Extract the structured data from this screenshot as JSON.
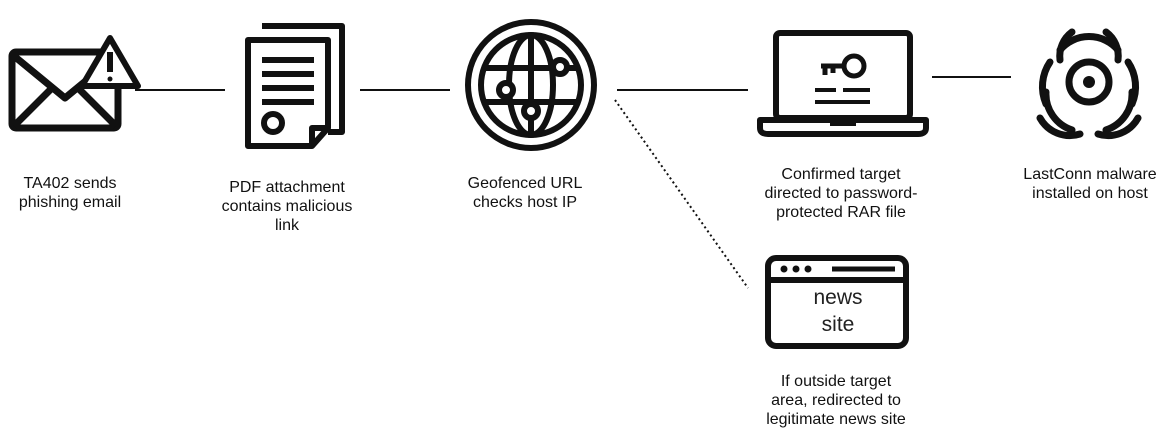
{
  "steps": {
    "email": {
      "label": "TA402 sends\nphishing email",
      "icon": "email-warning-icon"
    },
    "pdf": {
      "label": "PDF attachment\ncontains malicious\nlink",
      "icon": "document-icon"
    },
    "url": {
      "label": "Geofenced URL\nchecks host IP",
      "icon": "globe-network-icon"
    },
    "rar": {
      "label": "Confirmed target\ndirected to password-\nprotected RAR file",
      "icon": "laptop-key-icon"
    },
    "malware": {
      "label": "LastConn malware\ninstalled on host",
      "icon": "biohazard-icon"
    },
    "news": {
      "label": "If outside target\narea, redirected to\nlegitimate news site",
      "icon": "browser-window-icon",
      "window_text_line1": "news",
      "window_text_line2": "site"
    }
  },
  "colors": {
    "stroke": "#111111",
    "background": "#ffffff"
  }
}
